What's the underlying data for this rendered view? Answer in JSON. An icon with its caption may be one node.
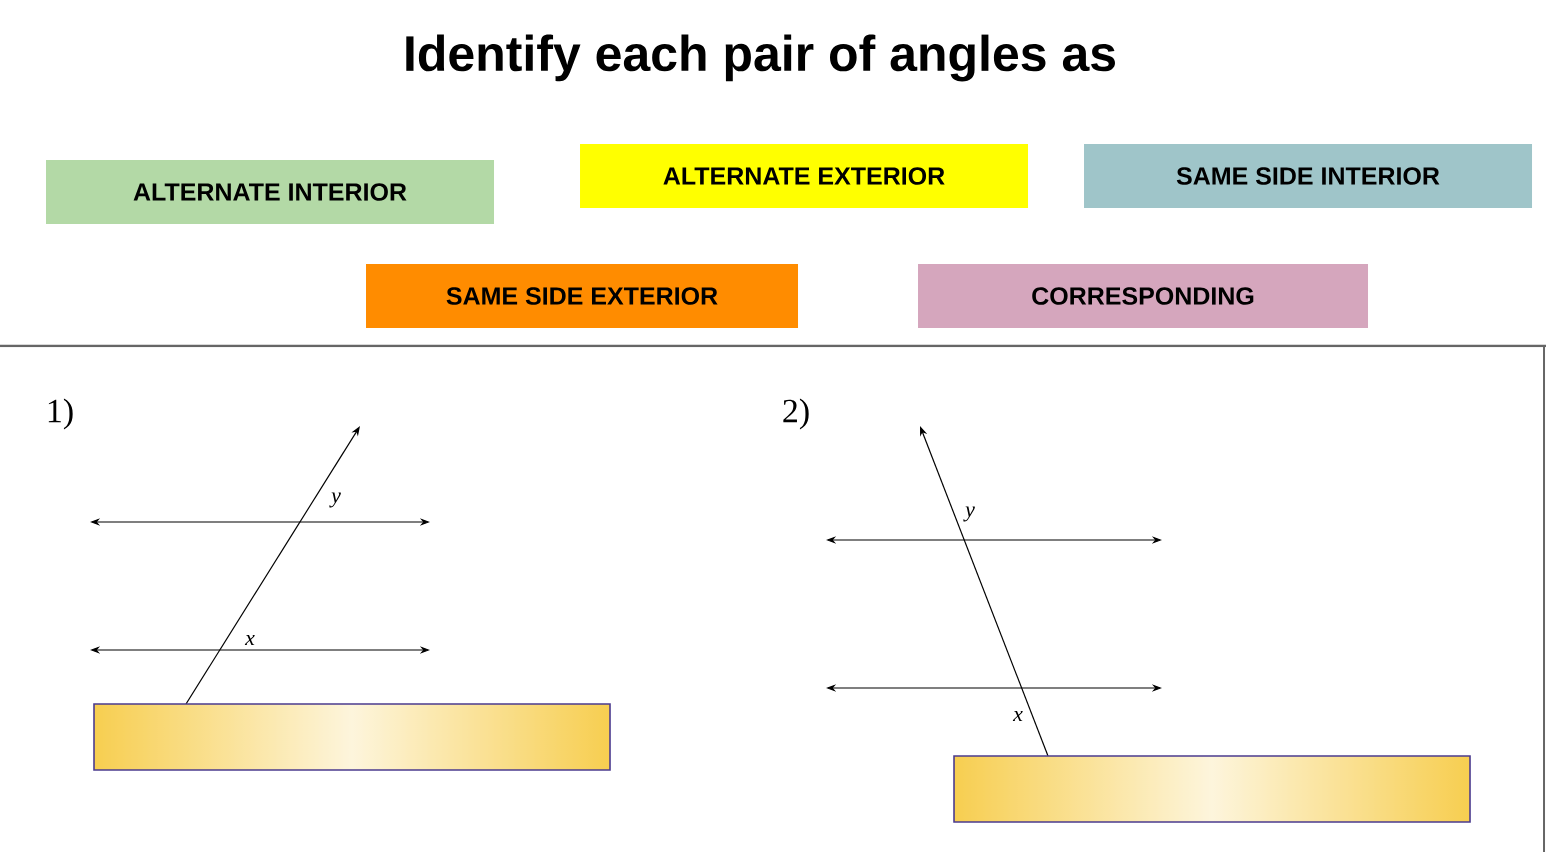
{
  "diagram": {
    "title": "Identify each pair of angles as",
    "nodes": [
      {
        "text": [
          "ALTERNATE INTERIOR"
        ]
      },
      {
        "text": [
          "ALTERNATE EXTERIOR"
        ]
      },
      {
        "text": [
          "SAME SIDE INTERIOR"
        ]
      },
      {
        "text": [
          "SAME SIDE EXTERIOR"
        ]
      },
      {
        "text": [
          "CORRESPONDING"
        ]
      },
      {
        "text": [],
        "shape": "box"
      },
      {
        "text": [],
        "shape": "box"
      }
    ],
    "labels": [
      "1)",
      "y",
      "x",
      "2)",
      "y",
      "x"
    ]
  }
}
